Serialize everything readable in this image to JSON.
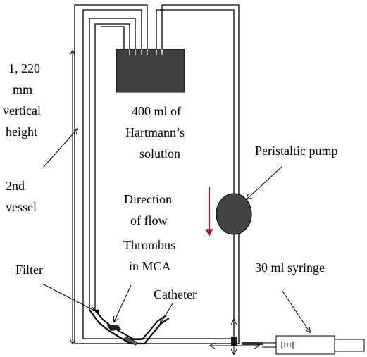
{
  "labels": {
    "height_line1": "1, 220",
    "height_line2": "mm",
    "height_line3": "vertical",
    "height_line4": "height",
    "vessel_line1": "2nd",
    "vessel_line2": "vessel",
    "filter": "Filter",
    "solution_line1": "400 ml of",
    "solution_line2": "Hartmann’s",
    "solution_line3": "solution",
    "direction_line1": "Direction",
    "direction_line2": "of flow",
    "thrombus_line1": "Thrombus",
    "thrombus_line2": "in MCA",
    "catheter": "Catheter",
    "pump": "Peristaltic pump",
    "syringe": "30 ml syringe"
  },
  "colors": {
    "line": "#000000",
    "reservoir_fill": "#3f3f3f",
    "pump_fill": "#444444",
    "flow_arrow": "#9b1c2c"
  }
}
